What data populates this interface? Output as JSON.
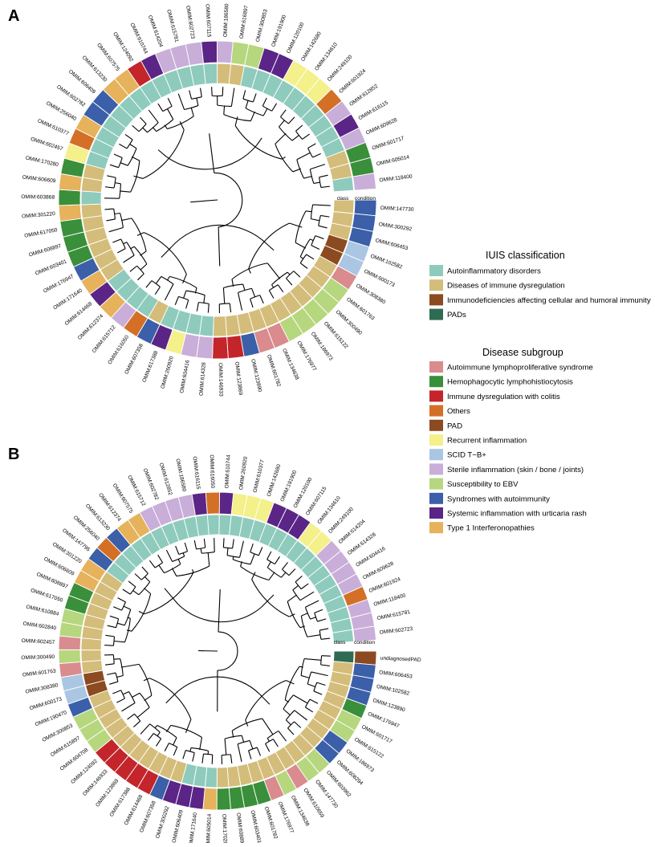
{
  "colors": {
    "class": {
      "auto": "#8ecbbd",
      "dys": "#d4bd7a",
      "imm": "#8b4a20",
      "pad": "#2f6b52"
    },
    "sub": {
      "alps": "#d98b8e",
      "hlh": "#3a8f3a",
      "colitis": "#c3252b",
      "others": "#d46f26",
      "pad": "#8b4a20",
      "recur": "#f4f08a",
      "scid": "#aac6e2",
      "sterile": "#c8aed8",
      "ebv": "#b6d77e",
      "sa": "#3b5fa8",
      "urt": "#5a2586",
      "ifn": "#e6b25c"
    }
  },
  "panel_a": {
    "letter": "A",
    "tag_class": "class",
    "tag_condition": "condition",
    "leaves": [
      {
        "label": "OMIM:147730",
        "cls": "dys",
        "sub": "sa"
      },
      {
        "label": "OMIM:300292",
        "cls": "dys",
        "sub": "sa"
      },
      {
        "label": "OMIM:606453",
        "cls": "dys",
        "sub": "sa"
      },
      {
        "label": "OMIM:102582",
        "cls": "imm",
        "sub": "scid"
      },
      {
        "label": "OMIM:600173",
        "cls": "imm",
        "sub": "scid"
      },
      {
        "label": "OMIM:308380",
        "cls": "dys",
        "sub": "alps"
      },
      {
        "label": "OMIM:601763",
        "cls": "dys",
        "sub": "ebv"
      },
      {
        "label": "OMIM:300490",
        "cls": "dys",
        "sub": "ebv"
      },
      {
        "label": "OMIM:615122",
        "cls": "dys",
        "sub": "ebv"
      },
      {
        "label": "OMIM:186973",
        "cls": "dys",
        "sub": "ebv"
      },
      {
        "label": "OMIM:176977",
        "cls": "dys",
        "sub": "ebv"
      },
      {
        "label": "OMIM:134638",
        "cls": "dys",
        "sub": "alps"
      },
      {
        "label": "OMIM:601782",
        "cls": "dys",
        "sub": "alps"
      },
      {
        "label": "OMIM:123890",
        "cls": "dys",
        "sub": "sa"
      },
      {
        "label": "OMIM:123869",
        "cls": "dys",
        "sub": "colitis"
      },
      {
        "label": "OMIM:146933",
        "cls": "dys",
        "sub": "colitis"
      },
      {
        "label": "OMIM:614328",
        "cls": "auto",
        "sub": "sterile"
      },
      {
        "label": "OMIM:604416",
        "cls": "auto",
        "sub": "sterile"
      },
      {
        "label": "OMIM:260920",
        "cls": "auto",
        "sub": "recur"
      },
      {
        "label": "OMIM:617388",
        "cls": "auto",
        "sub": "urt"
      },
      {
        "label": "OMIM:607358",
        "cls": "dys",
        "sub": "sa"
      },
      {
        "label": "OMIM:616050",
        "cls": "auto",
        "sub": "others"
      },
      {
        "label": "OMIM:615712",
        "cls": "auto",
        "sub": "sterile"
      },
      {
        "label": "OMIM:612374",
        "cls": "auto",
        "sub": "ifn"
      },
      {
        "label": "OMIM:614468",
        "cls": "auto",
        "sub": "urt"
      },
      {
        "label": "OMIM:171640",
        "cls": "dys",
        "sub": "ifn"
      },
      {
        "label": "OMIM:176947",
        "cls": "dys",
        "sub": "sa"
      },
      {
        "label": "OMIM:603401",
        "cls": "dys",
        "sub": "hlh"
      },
      {
        "label": "OMIM:608897",
        "cls": "dys",
        "sub": "hlh"
      },
      {
        "label": "OMIM:617050",
        "cls": "dys",
        "sub": "hlh"
      },
      {
        "label": "OMIM:301220",
        "cls": "dys",
        "sub": "ifn"
      },
      {
        "label": "OMIM:603868",
        "cls": "auto",
        "sub": "hlh"
      },
      {
        "label": "OMIM:606609",
        "cls": "dys",
        "sub": "ifn"
      },
      {
        "label": "OMIM:170280",
        "cls": "dys",
        "sub": "hlh"
      },
      {
        "label": "OMIM:602457",
        "cls": "auto",
        "sub": "recur"
      },
      {
        "label": "OMIM:610377",
        "cls": "auto",
        "sub": "others"
      },
      {
        "label": "OMIM:256040",
        "cls": "auto",
        "sub": "ifn"
      },
      {
        "label": "OMIM:602782",
        "cls": "auto",
        "sub": "sa"
      },
      {
        "label": "OMIM:606409",
        "cls": "auto",
        "sub": "sa"
      },
      {
        "label": "OMIM:613230",
        "cls": "auto",
        "sub": "ifn"
      },
      {
        "label": "OMIM:607575",
        "cls": "auto",
        "sub": "ifn"
      },
      {
        "label": "OMIM:124092",
        "cls": "auto",
        "sub": "colitis"
      },
      {
        "label": "OMIM:610744",
        "cls": "auto",
        "sub": "urt"
      },
      {
        "label": "OMIM:614204",
        "cls": "auto",
        "sub": "sterile"
      },
      {
        "label": "OMIM:615781",
        "cls": "auto",
        "sub": "sterile"
      },
      {
        "label": "OMIM:602723",
        "cls": "auto",
        "sub": "sterile"
      },
      {
        "label": "OMIM:607115",
        "cls": "auto",
        "sub": "urt"
      },
      {
        "label": "OMIM:186580",
        "cls": "dys",
        "sub": "sterile"
      },
      {
        "label": "OMIM:616897",
        "cls": "dys",
        "sub": "ebv"
      },
      {
        "label": "OMIM:300853",
        "cls": "auto",
        "sub": "ebv"
      },
      {
        "label": "OMIM:191900",
        "cls": "auto",
        "sub": "urt"
      },
      {
        "label": "OMIM:120100",
        "cls": "auto",
        "sub": "urt"
      },
      {
        "label": "OMIM:142680",
        "cls": "auto",
        "sub": "recur"
      },
      {
        "label": "OMIM:134610",
        "cls": "auto",
        "sub": "recur"
      },
      {
        "label": "OMIM:249100",
        "cls": "auto",
        "sub": "recur"
      },
      {
        "label": "OMIM:601924",
        "cls": "auto",
        "sub": "others"
      },
      {
        "label": "OMIM:612852",
        "cls": "auto",
        "sub": "sterile"
      },
      {
        "label": "OMIM:616115",
        "cls": "auto",
        "sub": "urt"
      },
      {
        "label": "OMIM:609628",
        "cls": "auto",
        "sub": "sterile"
      },
      {
        "label": "OMIM:601717",
        "cls": "dys",
        "sub": "hlh"
      },
      {
        "label": "OMIM:605014",
        "cls": "dys",
        "sub": "hlh"
      },
      {
        "label": "OMIM:118400",
        "cls": "auto",
        "sub": "sterile"
      }
    ]
  },
  "panel_b": {
    "letter": "B",
    "tag_class": "class",
    "tag_condition": "condition",
    "leaves": [
      {
        "label": "undiagnosedPAD",
        "cls": "pad",
        "sub": "pad"
      },
      {
        "label": "OMIM:606453",
        "cls": "dys",
        "sub": "sa"
      },
      {
        "label": "OMIM:102582",
        "cls": "dys",
        "sub": "sa"
      },
      {
        "label": "OMIM:123890",
        "cls": "dys",
        "sub": "sa"
      },
      {
        "label": "OMIM:176947",
        "cls": "dys",
        "sub": "hlh"
      },
      {
        "label": "OMIM:601717",
        "cls": "dys",
        "sub": "ebv"
      },
      {
        "label": "OMIM:615122",
        "cls": "dys",
        "sub": "ebv"
      },
      {
        "label": "OMIM:186973",
        "cls": "dys",
        "sub": "sa"
      },
      {
        "label": "OMIM:608294",
        "cls": "dys",
        "sub": "sa"
      },
      {
        "label": "OMIM:603962",
        "cls": "dys",
        "sub": "ebv"
      },
      {
        "label": "OMIM:147730",
        "cls": "dys",
        "sub": "ebv"
      },
      {
        "label": "OMIM:610659",
        "cls": "dys",
        "sub": "alps"
      },
      {
        "label": "OMIM:134638",
        "cls": "dys",
        "sub": "ebv"
      },
      {
        "label": "OMIM:176977",
        "cls": "dys",
        "sub": "alps"
      },
      {
        "label": "OMIM:601782",
        "cls": "dys",
        "sub": "hlh"
      },
      {
        "label": "OMIM:603401",
        "cls": "dys",
        "sub": "hlh"
      },
      {
        "label": "OMIM:608898",
        "cls": "dys",
        "sub": "hlh"
      },
      {
        "label": "OMIM:170280",
        "cls": "dys",
        "sub": "hlh"
      },
      {
        "label": "OMIM:605014",
        "cls": "auto",
        "sub": "ifn"
      },
      {
        "label": "OMIM:171640",
        "cls": "auto",
        "sub": "urt"
      },
      {
        "label": "OMIM:606409",
        "cls": "auto",
        "sub": "urt"
      },
      {
        "label": "OMIM:300292",
        "cls": "dys",
        "sub": "urt"
      },
      {
        "label": "OMIM:607358",
        "cls": "dys",
        "sub": "sa"
      },
      {
        "label": "OMIM:614468",
        "cls": "dys",
        "sub": "colitis"
      },
      {
        "label": "OMIM:617388",
        "cls": "dys",
        "sub": "colitis"
      },
      {
        "label": "OMIM:123869",
        "cls": "dys",
        "sub": "colitis"
      },
      {
        "label": "OMIM:146933",
        "cls": "dys",
        "sub": "colitis"
      },
      {
        "label": "OMIM:124092",
        "cls": "dys",
        "sub": "colitis"
      },
      {
        "label": "OMIM:604708",
        "cls": "dys",
        "sub": "ebv"
      },
      {
        "label": "OMIM:615897",
        "cls": "dys",
        "sub": "ebv"
      },
      {
        "label": "OMIM:300853",
        "cls": "dys",
        "sub": "ebv"
      },
      {
        "label": "OMIM:190470",
        "cls": "dys",
        "sub": "sa"
      },
      {
        "label": "OMIM:600173",
        "cls": "imm",
        "sub": "scid"
      },
      {
        "label": "OMIM:308380",
        "cls": "imm",
        "sub": "scid"
      },
      {
        "label": "OMIM:601763",
        "cls": "dys",
        "sub": "alps"
      },
      {
        "label": "OMIM:300490",
        "cls": "dys",
        "sub": "ebv"
      },
      {
        "label": "OMIM:602457",
        "cls": "dys",
        "sub": "alps"
      },
      {
        "label": "OMIM:602840",
        "cls": "dys",
        "sub": "ebv"
      },
      {
        "label": "OMIM:610884",
        "cls": "dys",
        "sub": "ebv"
      },
      {
        "label": "OMIM:617050",
        "cls": "dys",
        "sub": "hlh"
      },
      {
        "label": "OMIM:608897",
        "cls": "dys",
        "sub": "hlh"
      },
      {
        "label": "OMIM:606609",
        "cls": "dys",
        "sub": "ifn"
      },
      {
        "label": "OMIM:301220",
        "cls": "dys",
        "sub": "ifn"
      },
      {
        "label": "OMIM:147795",
        "cls": "auto",
        "sub": "sa"
      },
      {
        "label": "OMIM:256040",
        "cls": "auto",
        "sub": "others"
      },
      {
        "label": "OMIM:613230",
        "cls": "auto",
        "sub": "sa"
      },
      {
        "label": "OMIM:612374",
        "cls": "auto",
        "sub": "ifn"
      },
      {
        "label": "OMIM:607575",
        "cls": "auto",
        "sub": "ifn"
      },
      {
        "label": "OMIM:615712",
        "cls": "auto",
        "sub": "sterile"
      },
      {
        "label": "OMIM:602782",
        "cls": "auto",
        "sub": "sterile"
      },
      {
        "label": "OMIM:612852",
        "cls": "auto",
        "sub": "sterile"
      },
      {
        "label": "OMIM:186580",
        "cls": "auto",
        "sub": "sterile"
      },
      {
        "label": "OMIM:616115",
        "cls": "auto",
        "sub": "urt"
      },
      {
        "label": "OMIM:616050",
        "cls": "auto",
        "sub": "others"
      },
      {
        "label": "OMIM:610744",
        "cls": "auto",
        "sub": "urt"
      },
      {
        "label": "OMIM:260920",
        "cls": "auto",
        "sub": "recur"
      },
      {
        "label": "OMIM:610377",
        "cls": "auto",
        "sub": "recur"
      },
      {
        "label": "OMIM:142680",
        "cls": "auto",
        "sub": "recur"
      },
      {
        "label": "OMIM:191900",
        "cls": "auto",
        "sub": "urt"
      },
      {
        "label": "OMIM:120100",
        "cls": "auto",
        "sub": "urt"
      },
      {
        "label": "OMIM:607115",
        "cls": "auto",
        "sub": "urt"
      },
      {
        "label": "OMIM:134610",
        "cls": "auto",
        "sub": "recur"
      },
      {
        "label": "OMIM:249100",
        "cls": "auto",
        "sub": "recur"
      },
      {
        "label": "OMIM:614204",
        "cls": "auto",
        "sub": "sterile"
      },
      {
        "label": "OMIM:614328",
        "cls": "auto",
        "sub": "sterile"
      },
      {
        "label": "OMIM:604416",
        "cls": "auto",
        "sub": "sterile"
      },
      {
        "label": "OMIM:609628",
        "cls": "auto",
        "sub": "sterile"
      },
      {
        "label": "OMIM:601924",
        "cls": "auto",
        "sub": "others"
      },
      {
        "label": "OMIM:118400",
        "cls": "auto",
        "sub": "sterile"
      },
      {
        "label": "OMIM:615781",
        "cls": "auto",
        "sub": "sterile"
      },
      {
        "label": "OMIM:602723",
        "cls": "auto",
        "sub": "sterile"
      }
    ]
  },
  "legend_iuis": {
    "title": "IUIS classification",
    "items": [
      {
        "key": "auto",
        "label": "Autoinflammatory disorders"
      },
      {
        "key": "dys",
        "label": "Diseases of immune dysregulation"
      },
      {
        "key": "imm",
        "label": "Immunodeficiencies affecting cellular and humoral immunity"
      },
      {
        "key": "pad",
        "label": "PADs"
      }
    ]
  },
  "legend_subgroup": {
    "title": "Disease subgroup",
    "items": [
      {
        "key": "alps",
        "label": "Autoimmune lymphoproliferative syndrome"
      },
      {
        "key": "hlh",
        "label": "Hemophagocytic lymphohistiocytosis"
      },
      {
        "key": "colitis",
        "label": "Immune dysregulation with colitis"
      },
      {
        "key": "others",
        "label": "Others"
      },
      {
        "key": "pad",
        "label": "PAD"
      },
      {
        "key": "recur",
        "label": "Recurrent inflammation"
      },
      {
        "key": "scid",
        "label": "SCID T−B+"
      },
      {
        "key": "sterile",
        "label": "Sterile inflammation (skin / bone / joints)"
      },
      {
        "key": "ebv",
        "label": "Susceptibility to EBV"
      },
      {
        "key": "sa",
        "label": "Syndromes with autoimmunity"
      },
      {
        "key": "urt",
        "label": "Systemic inflammation with urticaria rash"
      },
      {
        "key": "ifn",
        "label": "Type 1 Interferonopathies"
      }
    ]
  }
}
